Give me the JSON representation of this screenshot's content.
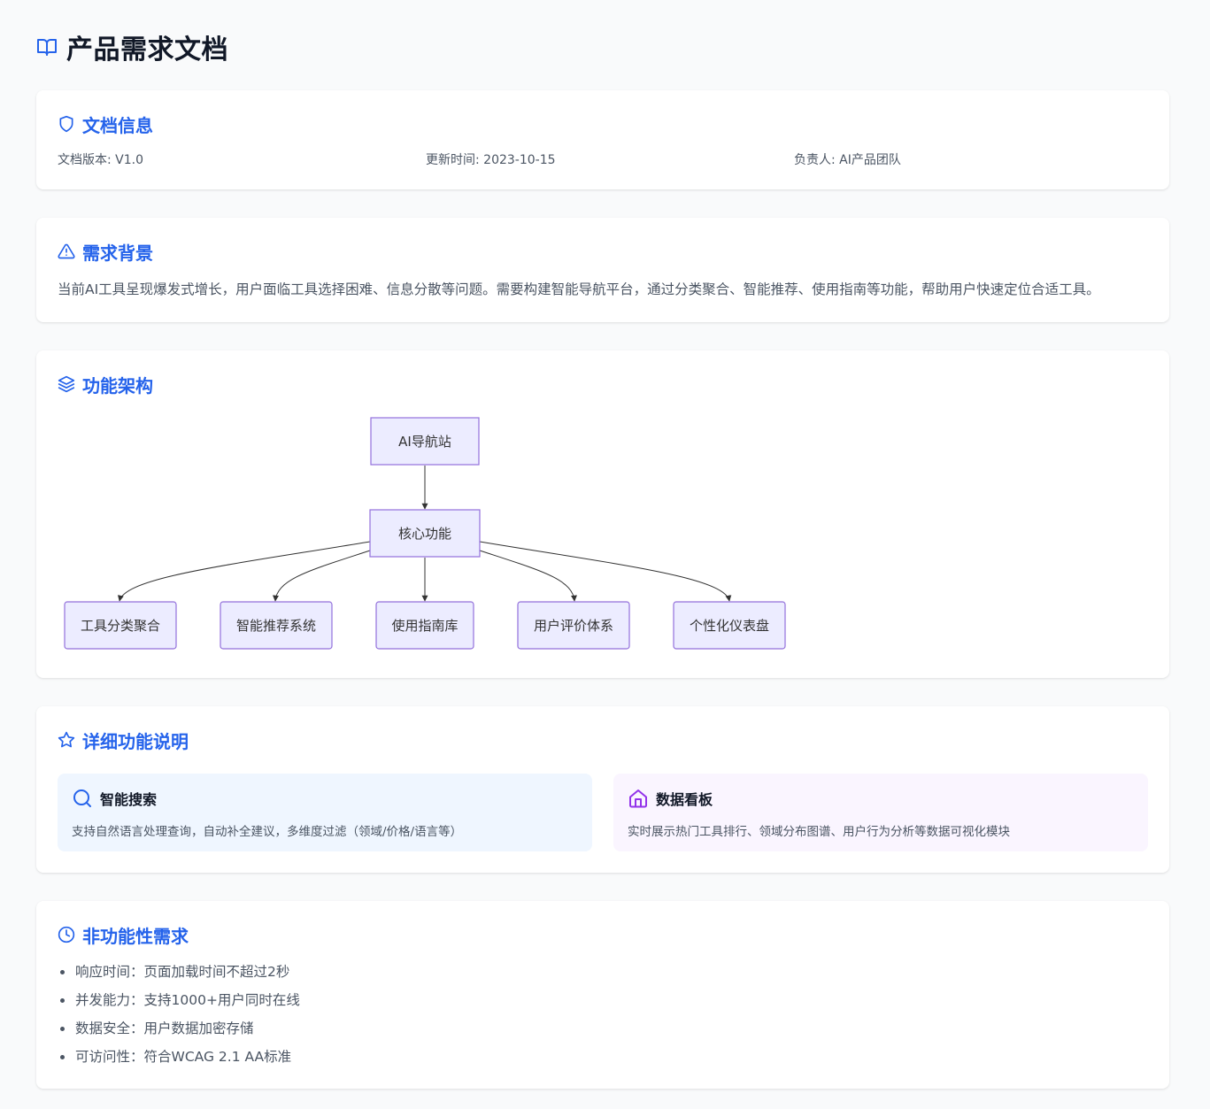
{
  "colors": {
    "accent": "#2563eb",
    "node_fill": "#ECECFF",
    "node_stroke": "#9370DB",
    "feature_blue_bg": "#eff6ff",
    "feature_purple_bg": "#faf5ff",
    "feature_purple_icon": "#9333ea"
  },
  "header": {
    "icon": "book-open-icon",
    "title": "产品需求文档"
  },
  "doc_info": {
    "icon": "shield-icon",
    "title": "文档信息",
    "version": "文档版本: V1.0",
    "updated": "更新时间: 2023-10-15",
    "owner": "负责人: AI产品团队"
  },
  "background": {
    "icon": "warning-triangle-icon",
    "title": "需求背景",
    "text": "当前AI工具呈现爆发式增长，用户面临工具选择困难、信息分散等问题。需要构建智能导航平台，通过分类聚合、智能推荐、使用指南等功能，帮助用户快速定位合适工具。"
  },
  "architecture": {
    "icon": "layers-icon",
    "title": "功能架构",
    "root": "AI导航站",
    "core": "核心功能",
    "children": [
      "工具分类聚合",
      "智能推荐系统",
      "使用指南库",
      "用户评价体系",
      "个性化仪表盘"
    ]
  },
  "details": {
    "icon": "star-icon",
    "title": "详细功能说明",
    "features": [
      {
        "icon": "search-icon",
        "title": "智能搜索",
        "desc": "支持自然语言处理查询，自动补全建议，多维度过滤（领域/价格/语言等）"
      },
      {
        "icon": "home-icon",
        "title": "数据看板",
        "desc": "实时展示热门工具排行、领域分布图谱、用户行为分析等数据可视化模块"
      }
    ]
  },
  "nfr": {
    "icon": "clock-icon",
    "title": "非功能性需求",
    "items": [
      "响应时间：页面加载时间不超过2秒",
      "并发能力：支持1000+用户同时在线",
      "数据安全：用户数据加密存储",
      "可访问性：符合WCAG 2.1 AA标准"
    ]
  }
}
